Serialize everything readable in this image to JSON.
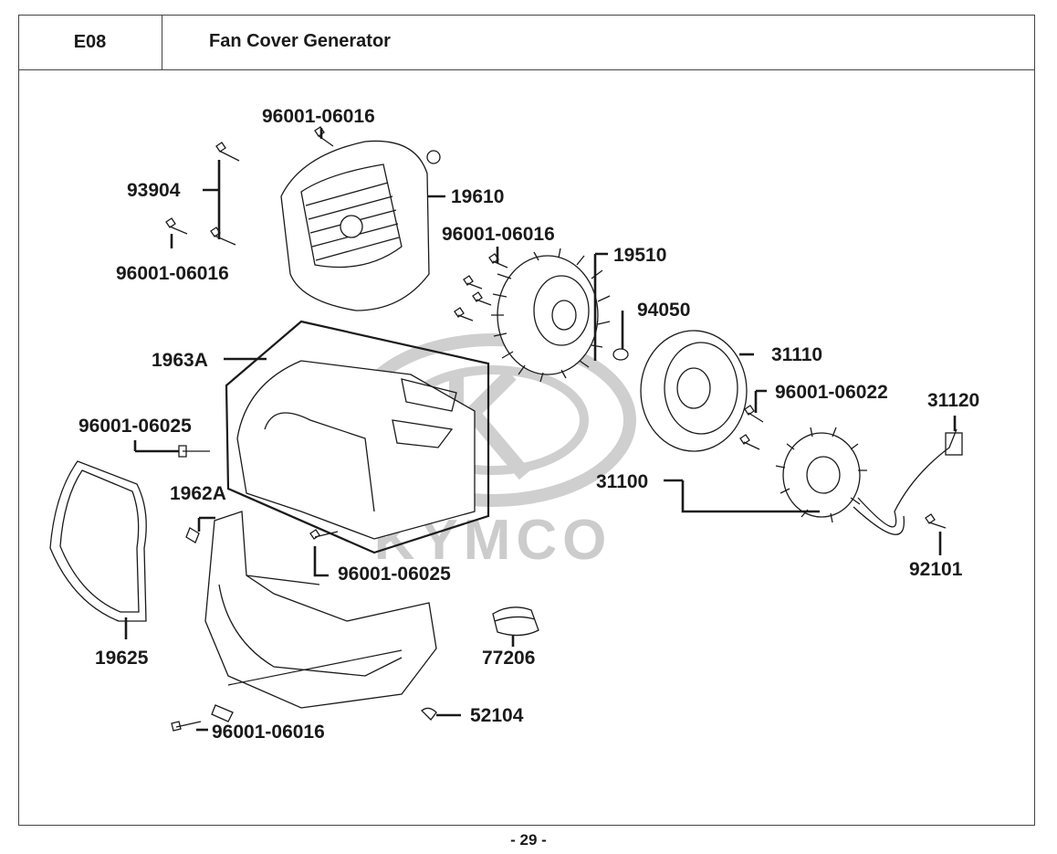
{
  "header": {
    "code": "E08",
    "title": "Fan Cover  Generator"
  },
  "watermark": {
    "brand": "KYMCO",
    "color": "#c8c8c8"
  },
  "callouts": [
    {
      "id": "p1",
      "label": "96001-06016"
    },
    {
      "id": "p2",
      "label": "93904"
    },
    {
      "id": "p3",
      "label": "19610"
    },
    {
      "id": "p4",
      "label": "96001-06016"
    },
    {
      "id": "p5",
      "label": "96001-06016"
    },
    {
      "id": "p6",
      "label": "19510"
    },
    {
      "id": "p7",
      "label": "94050"
    },
    {
      "id": "p8",
      "label": "1963A"
    },
    {
      "id": "p9",
      "label": "31110"
    },
    {
      "id": "p10",
      "label": "96001-06022"
    },
    {
      "id": "p11",
      "label": "31120"
    },
    {
      "id": "p12",
      "label": "96001-06025"
    },
    {
      "id": "p13",
      "label": "31100"
    },
    {
      "id": "p14",
      "label": "1962A"
    },
    {
      "id": "p15",
      "label": "96001-06025"
    },
    {
      "id": "p16",
      "label": "92101"
    },
    {
      "id": "p17",
      "label": "19625"
    },
    {
      "id": "p18",
      "label": "77206"
    },
    {
      "id": "p19",
      "label": "52104"
    },
    {
      "id": "p20",
      "label": "96001-06016"
    }
  ],
  "footer": {
    "page": "- 29 -"
  }
}
